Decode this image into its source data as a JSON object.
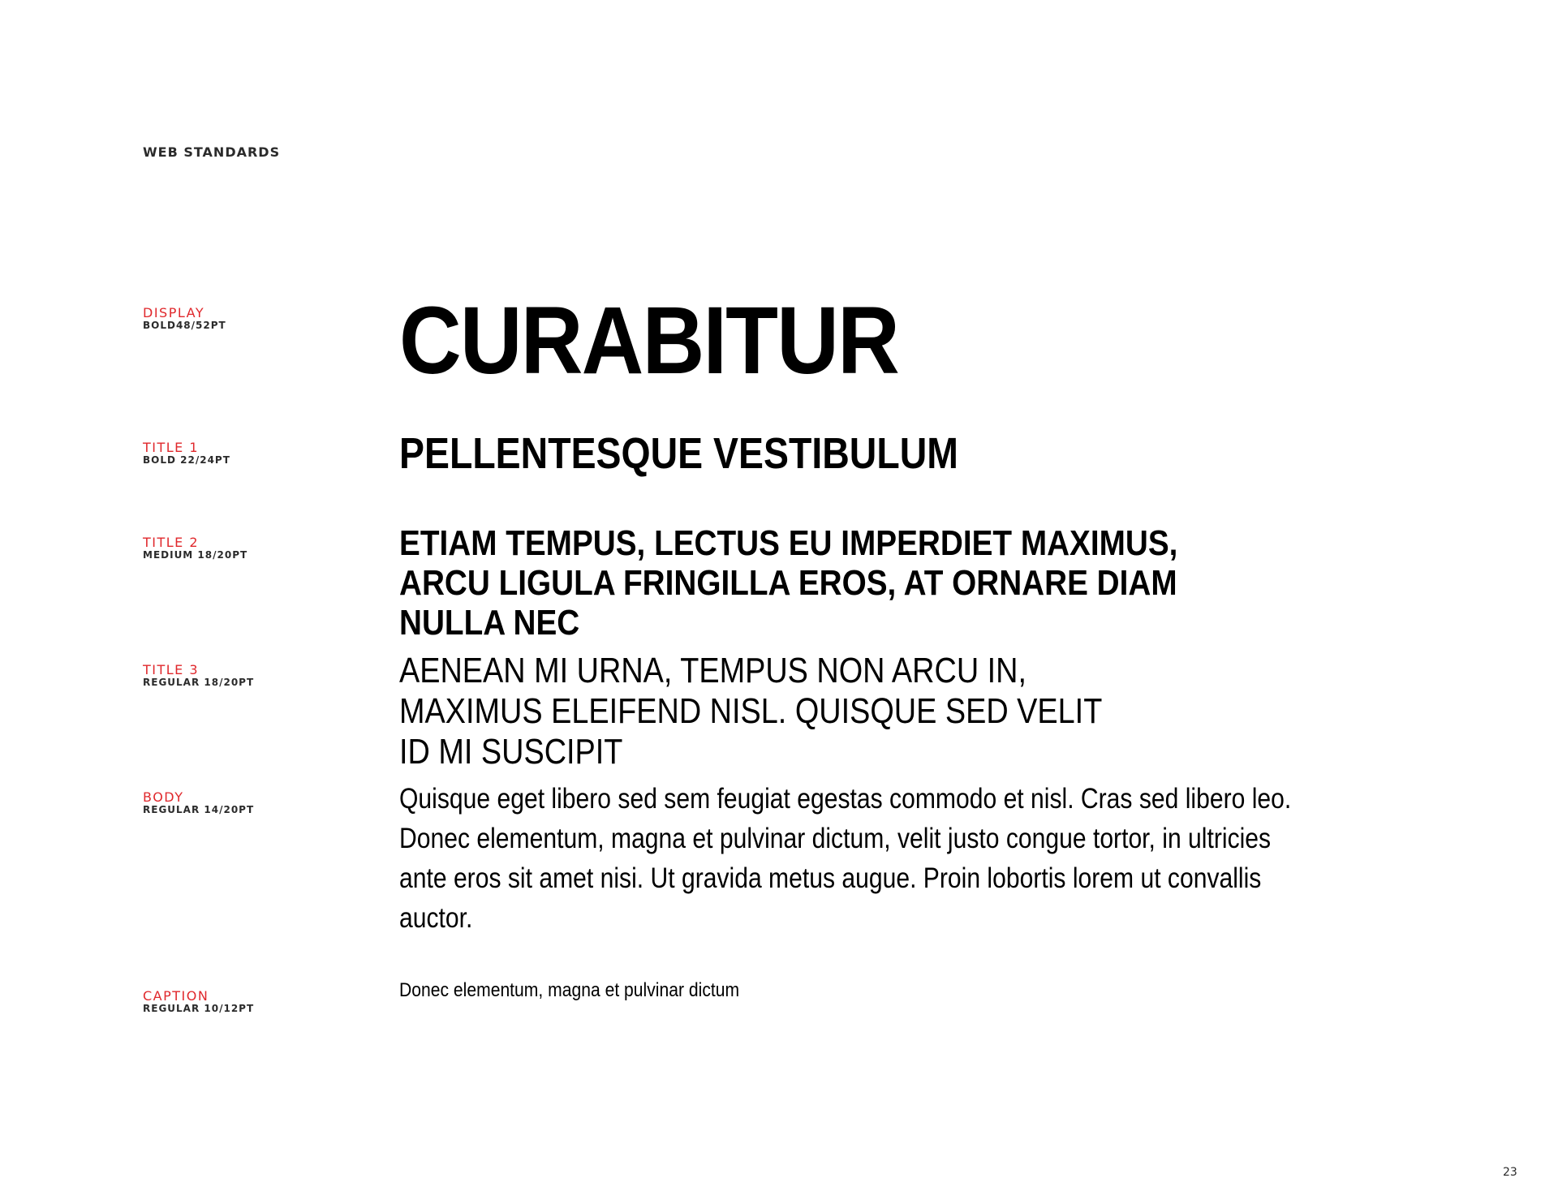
{
  "header": {
    "section_label": "WEB STANDARDS"
  },
  "styles": [
    {
      "id": "display",
      "name": "DISPLAY",
      "spec": "BOLD48/52PT",
      "sample": "CURABITUR"
    },
    {
      "id": "title1",
      "name": "TITLE 1",
      "spec": "BOLD 22/24PT",
      "sample": "PELLENTESQUE VESTIBULUM"
    },
    {
      "id": "title2",
      "name": "TITLE 2",
      "spec": "MEDIUM 18/20PT",
      "sample": "ETIAM TEMPUS, LECTUS EU IMPERDIET MAXIMUS, ARCU LIGULA FRINGILLA EROS, AT ORNARE DIAM NULLA NEC"
    },
    {
      "id": "title3",
      "name": "TITLE 3",
      "spec": "REGULAR 18/20PT",
      "sample": "AENEAN MI URNA, TEMPUS NON ARCU IN, MAXIMUS ELEIFEND NISL. QUISQUE SED VELIT ID MI SUSCIPIT"
    },
    {
      "id": "body",
      "name": "BODY",
      "spec": "REGULAR 14/20PT",
      "sample": "Quisque eget libero sed sem feugiat egestas commodo et nisl. Cras sed libero leo. Donec elementum, magna et pulvinar dictum, velit justo congue tortor, in ultricies ante eros sit amet nisi. Ut gravida metus augue. Proin lobortis lorem ut convallis auctor."
    },
    {
      "id": "caption",
      "name": "CAPTION",
      "spec": "REGULAR 10/12PT",
      "sample": "Donec elementum, magna et pulvinar dictum"
    }
  ],
  "footer": {
    "page_number": "23"
  },
  "colors": {
    "label_accent": "#e0282c",
    "label_spec": "#2b2b2b",
    "sample_text": "#000000",
    "background": "#ffffff"
  }
}
